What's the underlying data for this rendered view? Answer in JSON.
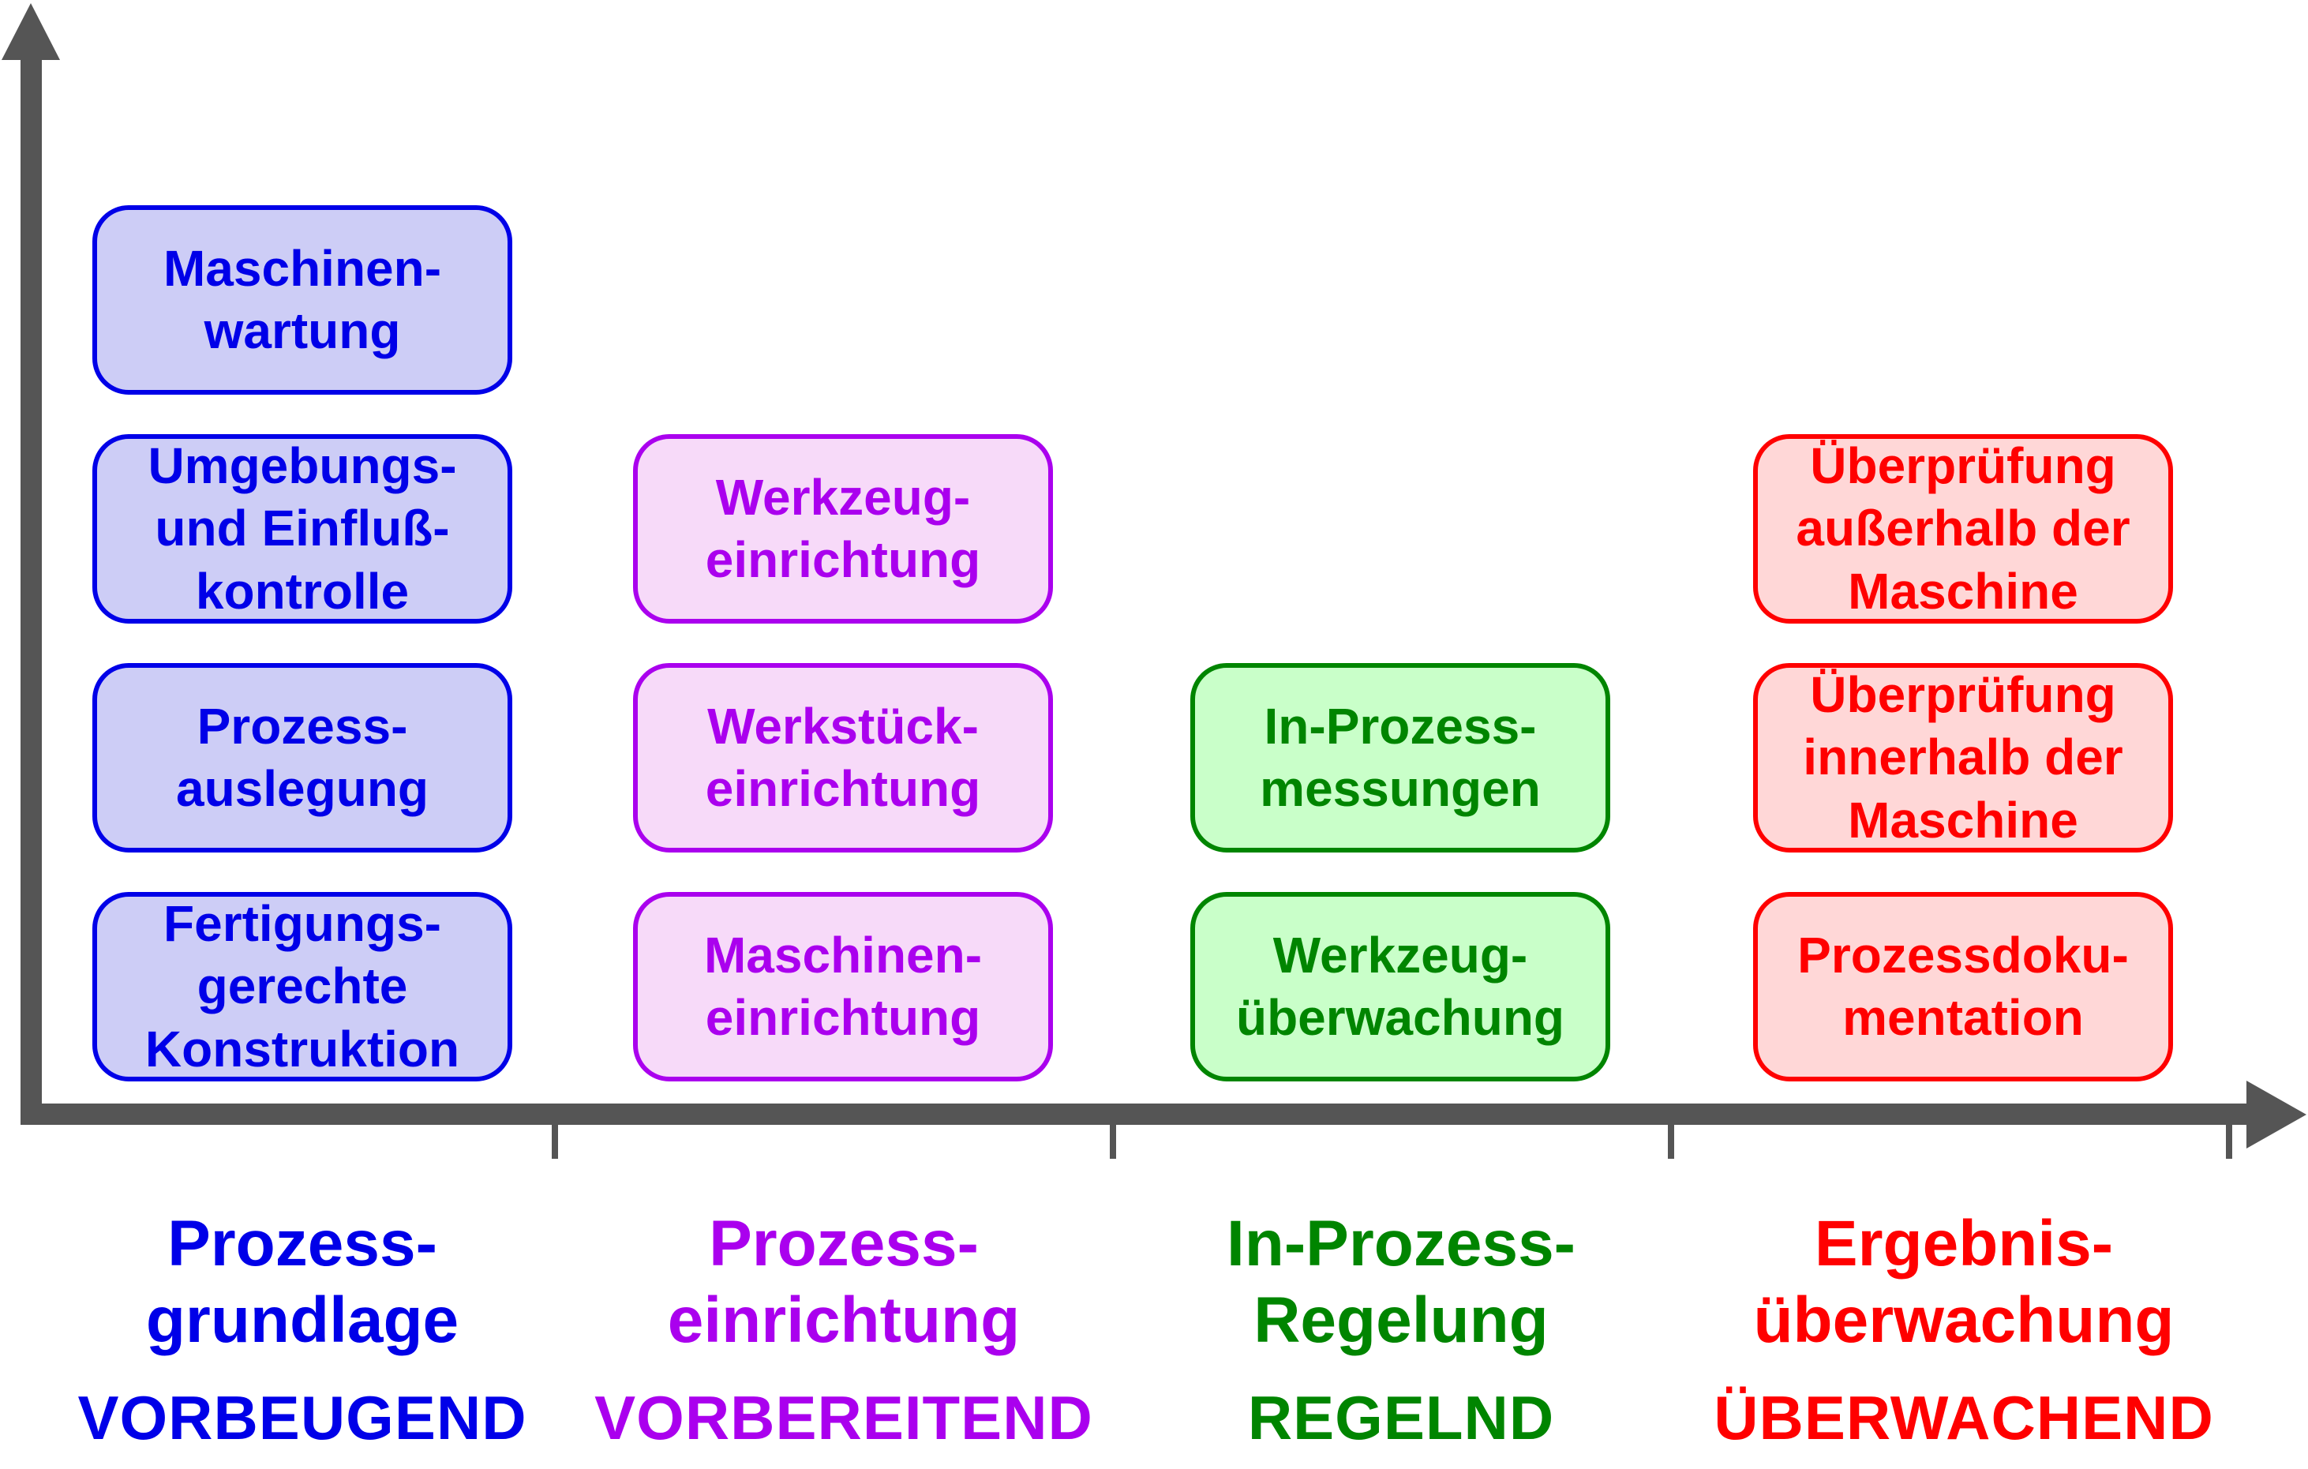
{
  "palette": {
    "axis_gray": "#555555",
    "blue": {
      "accent": "#0000e8",
      "fill": "#cdcdf6"
    },
    "magenta": {
      "accent": "#aa00ee",
      "fill": "#f7daf9"
    },
    "green": {
      "accent": "#008500",
      "fill": "#c9ffc9"
    },
    "red": {
      "accent": "#ff0000",
      "fill": "#ffd7d7"
    }
  },
  "columns": [
    {
      "color": "blue",
      "boxes": [
        "Maschinen-\nwartung",
        "Umgebungs-\nund Einfluß-\nkontrolle",
        "Prozess-\nauslegung",
        "Fertigungs-\ngerechte\nKonstruktion"
      ],
      "category_label": "Prozess-\ngrundlage",
      "strategy_label": "VORBEUGEND"
    },
    {
      "color": "magenta",
      "boxes": [
        "Werkzeug-\neinrichtung",
        "Werkstück-\neinrichtung",
        "Maschinen-\neinrichtung"
      ],
      "category_label": "Prozess-\neinrichtung",
      "strategy_label": "VORBEREITEND"
    },
    {
      "color": "green",
      "boxes": [
        "In-Prozess-\nmessungen",
        "Werkzeug-\nüberwachung"
      ],
      "category_label": "In-Prozess-\nRegelung",
      "strategy_label": "REGELND"
    },
    {
      "color": "red",
      "boxes": [
        "Überprüfung\naußerhalb der\nMaschine",
        "Überprüfung\ninnerhalb der\nMaschine",
        "Prozessdoku-\nmentation"
      ],
      "category_label": "Ergebnis-\nüberwachung",
      "strategy_label": "ÜBERWACHEND"
    }
  ]
}
